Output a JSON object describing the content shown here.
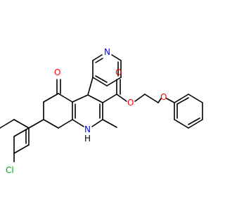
{
  "molecule": {
    "atoms": {
      "oxygen_ketone": "O",
      "nitrogen_pyridine": "N",
      "oxygen_ester_carbonyl": "O",
      "oxygen_ester": "O",
      "oxygen_ether": "O",
      "chlorine": "Cl",
      "nitrogen_ring": "N",
      "hydrogen_nh": "H"
    },
    "colors": {
      "oxygen": "#ff0000",
      "nitrogen": "#0000ff",
      "chlorine": "#00aa00",
      "carbon": "#000000",
      "hydrogen": "#000000"
    }
  }
}
